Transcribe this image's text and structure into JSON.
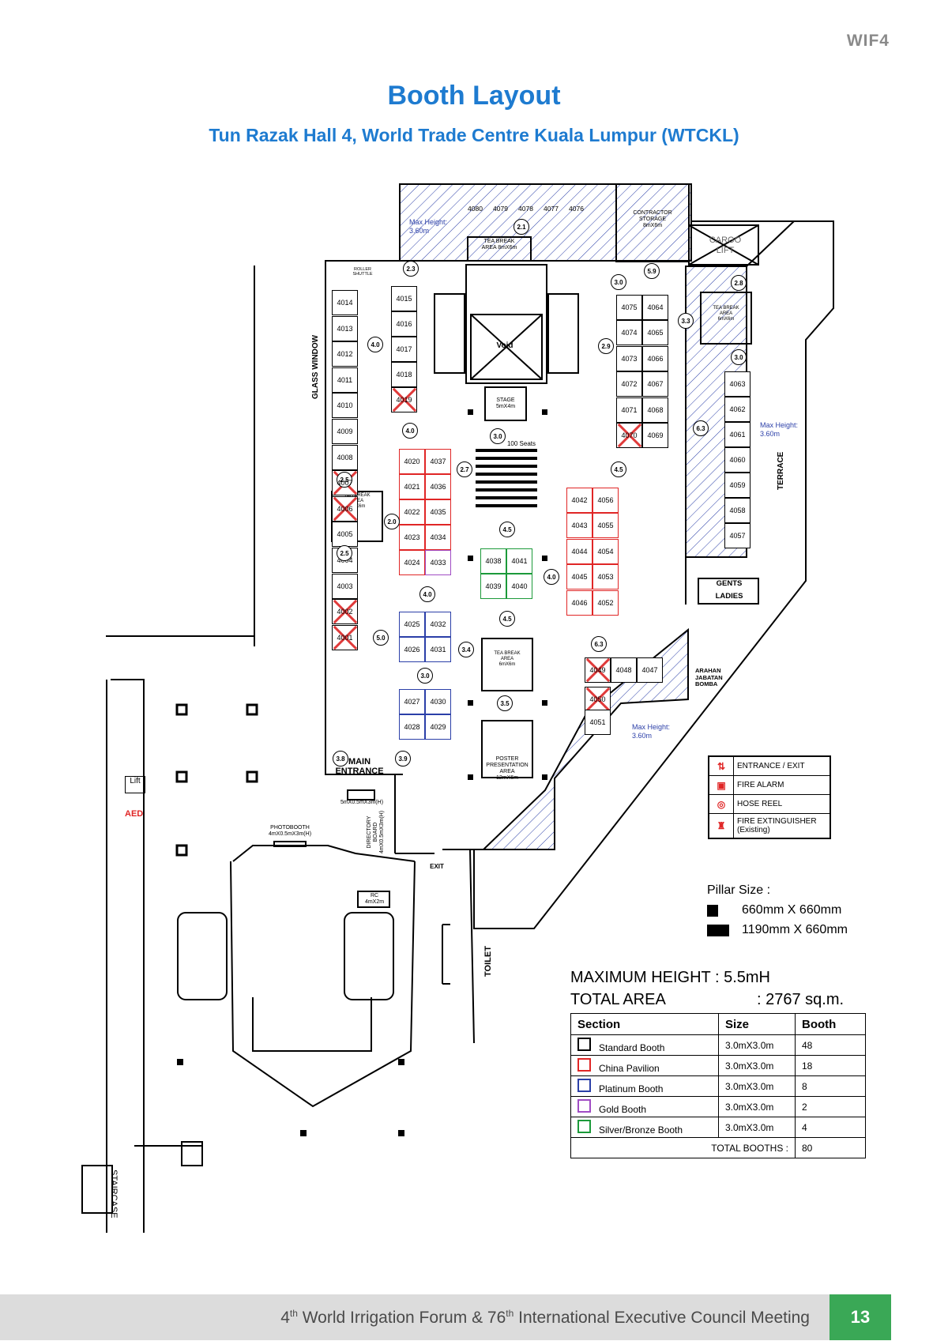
{
  "doc_code": "WIF4",
  "title": "Booth Layout",
  "subtitle": "Tun Razak Hall 4, World Trade Centre Kuala Lumpur (WTCKL)",
  "map": {
    "labels": {
      "glass_window": "GLASS WINDOW",
      "terrace": "TERRACE",
      "void": "Void",
      "stage": "STAGE\n5mX4m",
      "seats": "100 Seats",
      "main_entrance": "MAIN\nENTRANCE",
      "exit": "EXIT",
      "toilet": "TOILET",
      "gents": "GENTS",
      "ladies": "LADIES",
      "cargo_lift": "CARGO\nLIFT",
      "contractor_storage": "CONTRACTOR\nSTORAGE\n8mX6m",
      "tea_break_top": "TEA BREAK\nAREA 8mX6m",
      "tea_break_left": "TEA BREAK\nAREA\n6mX6m",
      "tea_break_mid": "TEA BREAK\nAREA\n6mX6m",
      "tea_break_right": "TEA BREAK\nAREA\n6mX6m",
      "poster": "POSTER\nPRESENTATION\nAREA\n12mX6m",
      "photobooth": "PHOTOBOOTH\n4mX0.5mX3m(H)",
      "directory": "DIRECTORY\nBOARD\n4mX0.5mX3m(H)",
      "rc": "RC\n4mX2m",
      "lift": "Lift",
      "aed": "AED",
      "staircase": "STAIRCASE",
      "arahan": "ARAHAN\nJABATAN\nBOMBA",
      "roller_shuttle": "ROLLER\nSHUTTLE",
      "backdrop": "5mX0.5mX3m(H)",
      "max_height_top": "Max Height:\n3.60m",
      "max_height_right": "Max Height:\n3.60m",
      "max_height_bottom": "Max Height:\n3.60m"
    },
    "booths_top": [
      "4080",
      "4079",
      "4078",
      "4077",
      "4076"
    ],
    "booths_left_col": [
      "4014",
      "4013",
      "4012",
      "4011",
      "4010",
      "4009",
      "4008",
      "4007",
      "4006",
      "4005",
      "4004",
      "4003",
      "4002",
      "4001"
    ],
    "booths_col2": [
      "4015",
      "4016",
      "4017",
      "4018",
      "4019"
    ],
    "booths_red_a": [
      [
        "4020",
        "4037"
      ],
      [
        "4021",
        "4036"
      ],
      [
        "4022",
        "4035"
      ],
      [
        "4023",
        "4034"
      ],
      [
        "4024",
        "4033"
      ]
    ],
    "booths_blue_a": [
      [
        "4025",
        "4032"
      ],
      [
        "4026",
        "4031"
      ]
    ],
    "booths_blue_b": [
      [
        "4027",
        "4030"
      ],
      [
        "4028",
        "4029"
      ]
    ],
    "booths_green": [
      [
        "4038",
        "4041"
      ],
      [
        "4039",
        "4040"
      ]
    ],
    "booths_red_b": [
      [
        "4042",
        "4056"
      ],
      [
        "4043",
        "4055"
      ],
      [
        "4044",
        "4054"
      ],
      [
        "4045",
        "4053"
      ],
      [
        "4046",
        "4052"
      ]
    ],
    "booths_right_pair": [
      [
        "4075",
        "4064"
      ],
      [
        "4074",
        "4065"
      ],
      [
        "4073",
        "4066"
      ],
      [
        "4072",
        "4067"
      ],
      [
        "4071",
        "4068"
      ],
      [
        "4070",
        "4069"
      ]
    ],
    "booths_terrace": [
      "4063",
      "4062",
      "4061",
      "4060",
      "4059",
      "4058",
      "4057"
    ],
    "booths_bottom_right": [
      "4049",
      "4048",
      "4047",
      "4050",
      "4051"
    ],
    "pillar_numbers": [
      "2.3",
      "2.1",
      "5.9",
      "3.0",
      "2.9",
      "2.8",
      "3.3",
      "3.0",
      "4.0",
      "4.0",
      "3.0",
      "2.7",
      "4.5",
      "2.5",
      "2.0",
      "2.5",
      "4.5",
      "4.0",
      "4.0",
      "4.5",
      "5.0",
      "3.4",
      "6.3",
      "3.0",
      "3.5",
      "3.8",
      "3.9",
      "6.3"
    ]
  },
  "legend": [
    {
      "icon": "entrance-exit-icon",
      "label": "ENTRANCE / EXIT"
    },
    {
      "icon": "fire-alarm-icon",
      "label": "FIRE ALARM"
    },
    {
      "icon": "hose-reel-icon",
      "label": "HOSE REEL"
    },
    {
      "icon": "fire-extinguisher-icon",
      "label": "FIRE EXTINGUISHER\n(Existing)"
    }
  ],
  "pillar_size": {
    "title": "Pillar Size :",
    "small": "660mm X 660mm",
    "large": "1190mm X 660mm"
  },
  "summary": {
    "max_height": "MAXIMUM HEIGHT : 5.5mH",
    "total_area_label": "TOTAL AREA",
    "total_area_value": ": 2767 sq.m.",
    "headers": [
      "Section",
      "Size",
      "Booth"
    ],
    "rows": [
      {
        "section": "Standard Booth",
        "size": "3.0mX3.0m",
        "booth": "48",
        "color": "#000000"
      },
      {
        "section": "China Pavilion",
        "size": "3.0mX3.0m",
        "booth": "18",
        "color": "#e02626"
      },
      {
        "section": "Platinum Booth",
        "size": "3.0mX3.0m",
        "booth": "8",
        "color": "#2b3fa8"
      },
      {
        "section": "Gold Booth",
        "size": "3.0mX3.0m",
        "booth": "2",
        "color": "#a04cc4"
      },
      {
        "section": "Silver/Bronze Booth",
        "size": "3.0mX3.0m",
        "booth": "4",
        "color": "#1c9a3a"
      }
    ],
    "total_label": "TOTAL BOOTHS :",
    "total_value": "80"
  },
  "footer": {
    "text_pre": "4",
    "text_sup1": "th",
    "text_mid": " World Irrigation Forum & 76",
    "text_sup2": "th",
    "text_post": " International Executive Council Meeting",
    "page": "13"
  },
  "colors": {
    "title_blue": "#1e7bd0",
    "hatch_blue": "#2b3fa8",
    "footer_green": "#3aa856"
  }
}
